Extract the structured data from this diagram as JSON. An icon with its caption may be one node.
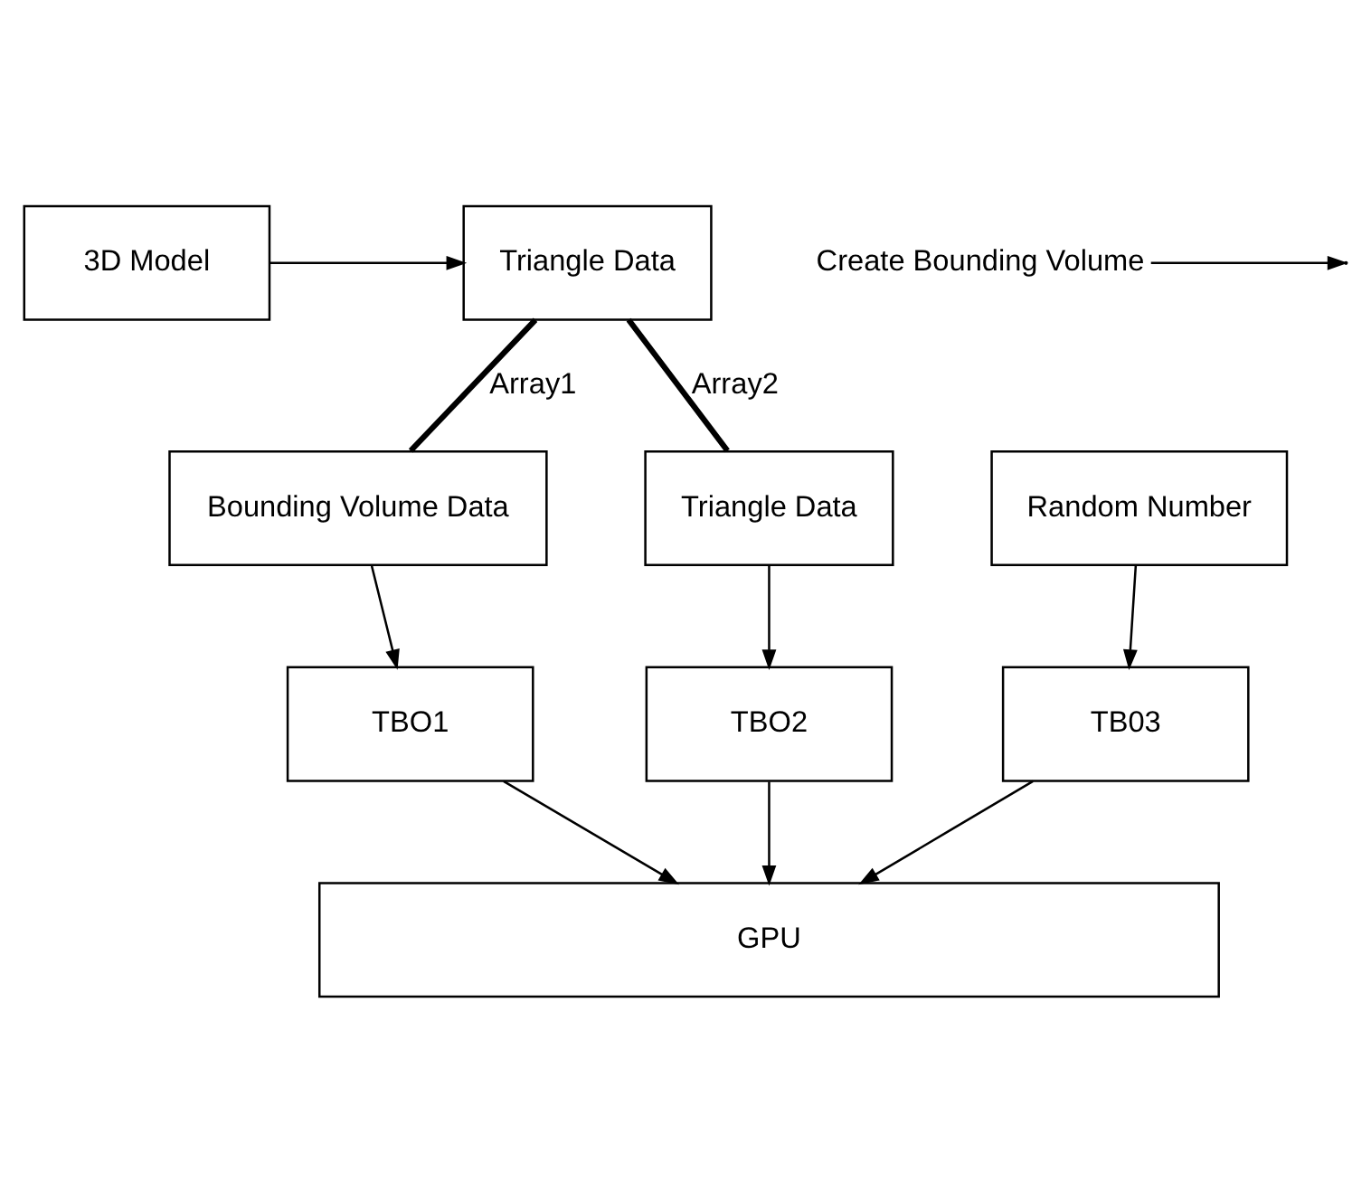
{
  "diagram": {
    "nodes": [
      {
        "text": [
          "3D Model"
        ]
      },
      {
        "text": [
          "Triangle Data"
        ]
      },
      {
        "text": [
          "Create Bounding Volume"
        ]
      },
      {
        "text": [
          "Bounding Volume Data"
        ]
      },
      {
        "text": [
          "Triangle Data"
        ]
      },
      {
        "text": [
          "Random Number"
        ]
      },
      {
        "text": [
          "TBO1"
        ]
      },
      {
        "text": [
          "TBO2"
        ]
      },
      {
        "text": [
          "TB03"
        ]
      },
      {
        "text": [
          "GPU"
        ]
      }
    ],
    "edges": [
      {
        "from": 0,
        "to": 1,
        "arrow": "to"
      },
      {
        "from": 2,
        "to": null,
        "arrow": "to"
      },
      {
        "from": 1,
        "to": 3,
        "arrow": "none",
        "label": "Array1",
        "style": "thick"
      },
      {
        "from": 1,
        "to": 4,
        "arrow": "none",
        "label": "Array2",
        "style": "thick"
      },
      {
        "from": 3,
        "to": 6,
        "arrow": "to"
      },
      {
        "from": 4,
        "to": 7,
        "arrow": "to"
      },
      {
        "from": 5,
        "to": 8,
        "arrow": "to"
      },
      {
        "from": 6,
        "to": 9,
        "arrow": "to"
      },
      {
        "from": 7,
        "to": 9,
        "arrow": "to"
      },
      {
        "from": 8,
        "to": 9,
        "arrow": "to"
      }
    ]
  }
}
